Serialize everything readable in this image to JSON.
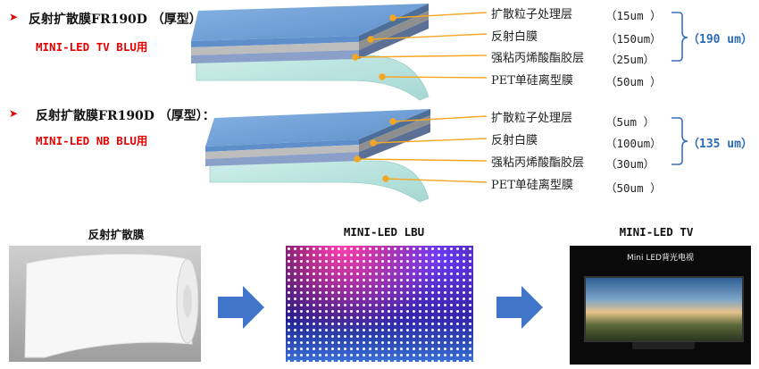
{
  "sections": [
    {
      "title": "反射扩散膜FR190D （厚型）：",
      "subtitle": "MINI-LED TV BLU用",
      "layers": [
        {
          "name": "扩散粒子处理层",
          "thickness": "（15um ）"
        },
        {
          "name": "反射白膜",
          "thickness": "（150um）"
        },
        {
          "name": "强粘丙烯酸酯胶层",
          "thickness": "（25um）"
        },
        {
          "name": "PET单硅离型膜",
          "thickness": "（50um ）"
        }
      ],
      "total": "（190 um）"
    },
    {
      "title": "反射扩散膜FR190D （厚型）：",
      "subtitle": "MINI-LED NB BLU用",
      "layers": [
        {
          "name": "扩散粒子处理层",
          "thickness": "（5um ）"
        },
        {
          "name": "反射白膜",
          "thickness": "（100um）"
        },
        {
          "name": "强粘丙烯酸酯胶层",
          "thickness": "（30um）"
        },
        {
          "name": "PET单硅离型膜",
          "thickness": "（50um ）"
        }
      ],
      "total": "（135 um）"
    }
  ],
  "bottom": {
    "captions": [
      "反射扩散膜",
      "MINI-LED LBU",
      "MINI-LED TV"
    ],
    "tv_banner": "Mini LED背光电视"
  },
  "colors": {
    "top_layer": "#6b9bd1",
    "white_layer": "#b8b8b8",
    "adhesive_layer": "#8aa0c8",
    "pet_layer": "#b8e2de",
    "leader_line": "#f5a623",
    "bracket": "#3b6fc4",
    "arrow": "#3f74c8",
    "bullet": "#e60000"
  }
}
